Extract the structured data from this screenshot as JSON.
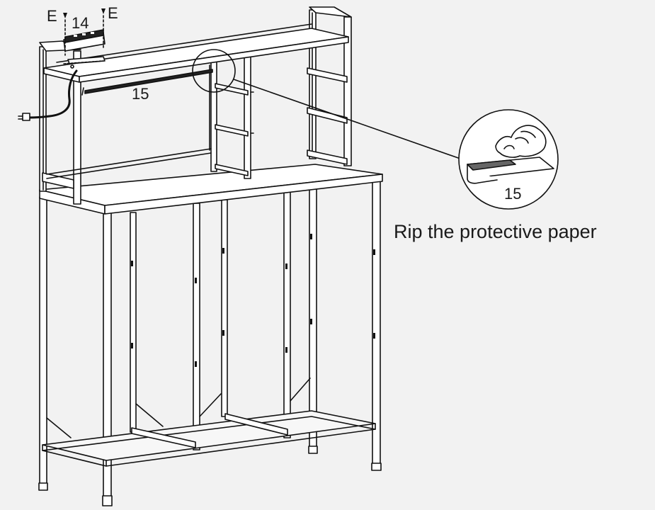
{
  "labels": {
    "screw_left": "E",
    "screw_right": "E",
    "power_strip_part": "14",
    "led_strip_part": "15",
    "detail_part": "15"
  },
  "instruction": "Rip the protective paper"
}
